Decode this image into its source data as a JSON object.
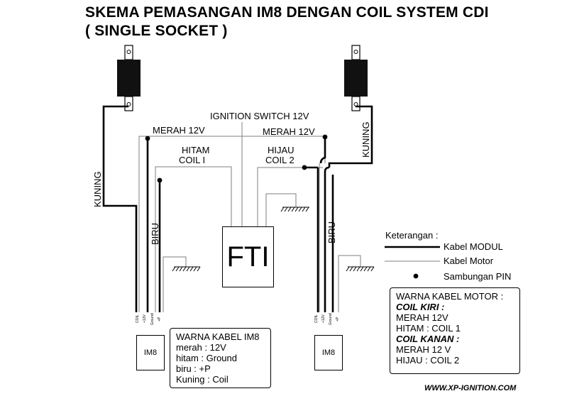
{
  "title": {
    "line1": "SKEMA PEMASANGAN IM8 DENGAN COIL SYSTEM CDI",
    "line2": "( SINGLE SOCKET )"
  },
  "labels": {
    "ignition_switch": "IGNITION SWITCH 12V",
    "merah_left": "MERAH 12V",
    "merah_right": "MERAH 12V",
    "hitam": "HITAM",
    "coil_1": "COIL I",
    "hijau": "HIJAU",
    "coil_2": "COIL 2",
    "kuning_left": "KUNING",
    "kuning_right": "KUNING",
    "biru_left": "BIRU",
    "biru_right": "BIRU",
    "fti": "FTI",
    "im8_left": "IM8",
    "im8_right": "IM8",
    "pin_coil": "COIL",
    "pin_12v": "+12V",
    "pin_ground": "Ground",
    "pin_p": "+P"
  },
  "legend": {
    "heading": "Keterangan :",
    "kabel_modul": "Kabel MODUL",
    "kabel_motor": "Kabel Motor",
    "sambungan_pin": "Sambungan PIN"
  },
  "warna_motor": {
    "heading": "WARNA KABEL MOTOR :",
    "coil_kiri": "COIL KIRI :",
    "merah": "MERAH 12V",
    "hitam": "HITAM : COIL 1",
    "coil_kanan": "COIL KANAN :",
    "merah2": "MERAH 12 V",
    "hijau": "HIJAU : COIL 2"
  },
  "warna_im8": {
    "heading": "WARNA KABEL IM8",
    "merah": "merah : 12V",
    "hitam": "hitam : Ground",
    "biru": "biru : +P",
    "kuning": "Kuning : Coil"
  },
  "footer": "WWW.XP-IGNITION.COM",
  "colors": {
    "module_wire": "#000000",
    "motor_wire": "#7f7f7f",
    "coil_body": "#111111"
  }
}
